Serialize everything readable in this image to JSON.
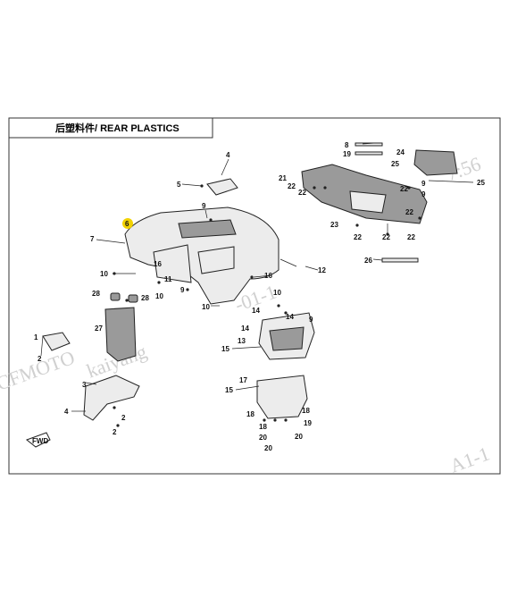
{
  "title": "后塑料件/ REAR PLASTICS",
  "watermark": [
    "CFMOTO",
    "kaiyang",
    "-01-1",
    "7:56",
    "A1-1"
  ],
  "callouts": [
    "1",
    "2",
    "3",
    "4",
    "5",
    "6",
    "7",
    "8",
    "9",
    "10",
    "11",
    "12",
    "13",
    "14",
    "15",
    "16",
    "17",
    "18",
    "19",
    "20",
    "21",
    "22",
    "23",
    "24",
    "25",
    "26",
    "27",
    "28"
  ],
  "arrow_label": "FWD",
  "highlight_color": "#f2d200"
}
